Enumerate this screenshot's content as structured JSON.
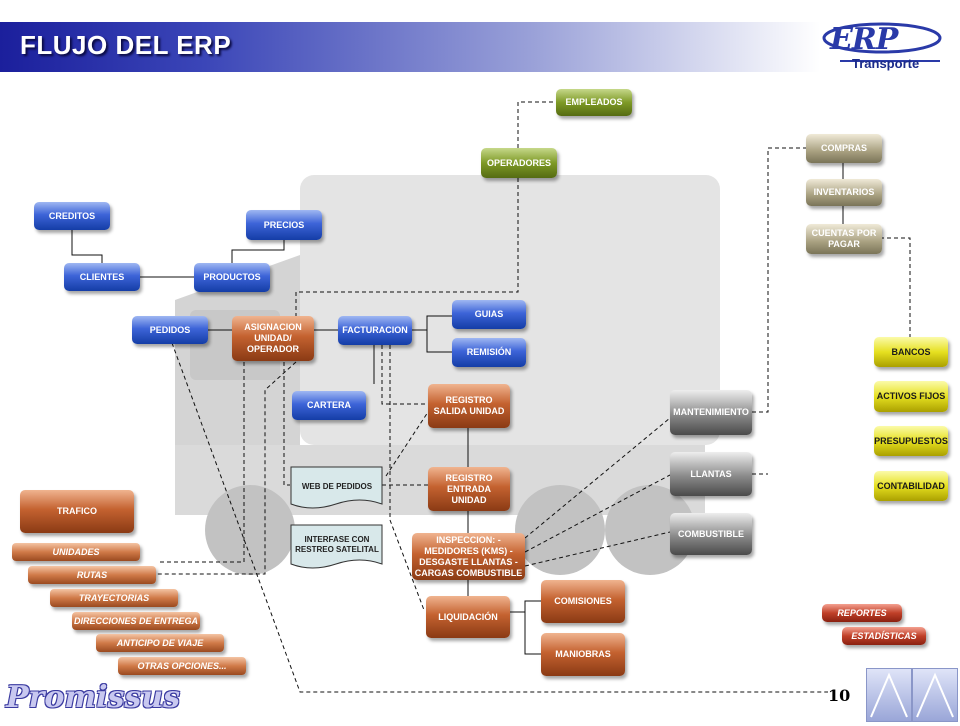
{
  "header": {
    "title": "FLUJO DEL ERP",
    "logo_brand": "ERP",
    "logo_subtitle": "Transporte"
  },
  "nodes": {
    "empleados": "EMPLEADOS",
    "operadores": "OPERADORES",
    "compras": "COMPRAS",
    "inventarios": "INVENTARIOS",
    "cuentas_por_pagar": "CUENTAS POR PAGAR",
    "creditos": "CREDITOS",
    "precios": "PRECIOS",
    "clientes": "CLIENTES",
    "productos": "PRODUCTOS",
    "pedidos": "PEDIDOS",
    "asignacion": "ASIGNACION UNIDAD/ OPERADOR",
    "facturacion": "FACTURACION",
    "guias": "GUIAS",
    "remision": "REMISIÓN",
    "cartera": "CARTERA",
    "registro_salida": "REGISTRO SALIDA UNIDAD",
    "registro_entrada": "REGISTRO ENTRADA UNIDAD",
    "inspeccion": "INSPECCION: -MEDIDORES (KMS) -DESGASTE LLANTAS -CARGAS COMBUSTIBLE",
    "liquidacion": "LIQUIDACIÓN",
    "comisiones": "COMISIONES",
    "maniobras": "MANIOBRAS",
    "mantenimiento": "MANTENIMIENTO",
    "llantas": "LLANTAS",
    "combustible": "COMBUSTIBLE",
    "bancos": "BANCOS",
    "activos_fijos": "ACTIVOS FIJOS",
    "presupuestos": "PRESUPUESTOS",
    "contabilidad": "CONTABILIDAD",
    "web_pedidos": "WEB DE PEDIDOS",
    "interfase": "INTERFASE CON RESTREO SATELITAL",
    "trafico": "TRAFICO",
    "reportes": "REPORTES",
    "estadisticas": "ESTADÍSTICAS"
  },
  "trafico_options": [
    "UNIDADES",
    "RUTAS",
    "TRAYECTORIAS",
    "DIRECCIONES DE ENTREGA",
    "ANTICIPO DE VIAJE",
    "OTRAS OPCIONES..."
  ],
  "footer": {
    "brand": "Promissus",
    "page_number": "10"
  },
  "colors": {
    "blue": "#3d64d8",
    "olive": "#7e9a26",
    "rust": "#c46230",
    "gray": "#8a8a8a",
    "yellow": "#e6e020",
    "tan": "#a8a080",
    "red": "#c04028",
    "title_bar": "#1b1f9c"
  }
}
